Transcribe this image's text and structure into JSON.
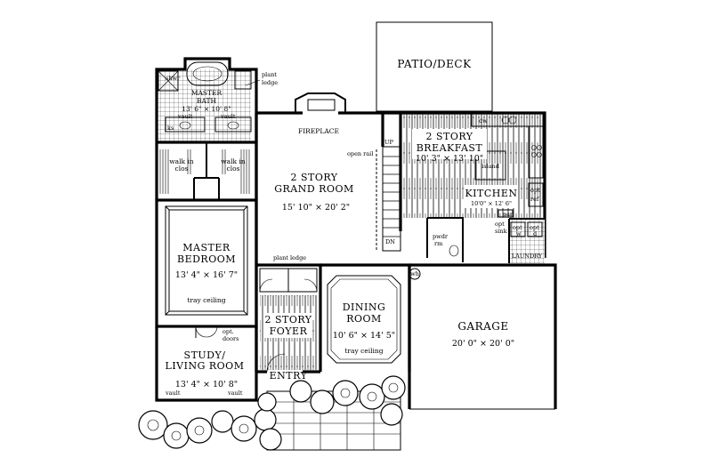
{
  "rooms": {
    "patio": {
      "name": "PATIO/DECK"
    },
    "master_bath": {
      "name_line1": "MASTER",
      "name_line2": "BATH",
      "dims": "13' 6\" × 10' 8\""
    },
    "breakfast": {
      "name_line1": "2 STORY",
      "name_line2": "BREAKFAST",
      "dims": "10' 3\" × 13' 10\""
    },
    "grand_room": {
      "name_line1": "2 STORY",
      "name_line2": "GRAND ROOM",
      "dims": "15' 10\" × 20' 2\""
    },
    "kitchen": {
      "name": "KITCHEN",
      "dims": "10'0\" × 12' 6\""
    },
    "master_bedroom": {
      "name_line1": "MASTER",
      "name_line2": "BEDROOM",
      "dims": "13' 4\" × 16' 7\""
    },
    "dining": {
      "name_line1": "DINING",
      "name_line2": "ROOM",
      "dims": "10' 6\" × 14' 5\""
    },
    "garage": {
      "name": "GARAGE",
      "dims": "20' 0\" × 20' 0\""
    },
    "foyer": {
      "name_line1": "2 STORY",
      "name_line2": "FOYER"
    },
    "study": {
      "name_line1": "STUDY/",
      "name_line2": "LIVING ROOM",
      "dims": "13' 4\" × 10' 8\""
    },
    "entry": {
      "name": "ENTRY"
    },
    "laundry": {
      "name": "LAUNDRY"
    }
  },
  "labels": {
    "shwr": "shwr",
    "plant_ledge_line1": "plant",
    "plant_ledge_line2": "ledge",
    "vault": "vault",
    "ks": "ks",
    "fireplace": "FIREPLACE",
    "up": "UP",
    "dn": "DN",
    "open_rail": "open rail",
    "dw": "dw",
    "island": "island",
    "walk_in": "walk in",
    "clos": "clos",
    "opt": "opt",
    "ref": "ref",
    "sink": "sink",
    "pan": "pan",
    "pwdr": "pwdr",
    "rm": "rm",
    "w": "w",
    "d": "d",
    "plant_ledge": "plant ledge",
    "wh": "wh",
    "tray_ceiling": "tray ceiling",
    "opt_doors_line1": "opt.",
    "opt_doors_line2": "doors"
  }
}
